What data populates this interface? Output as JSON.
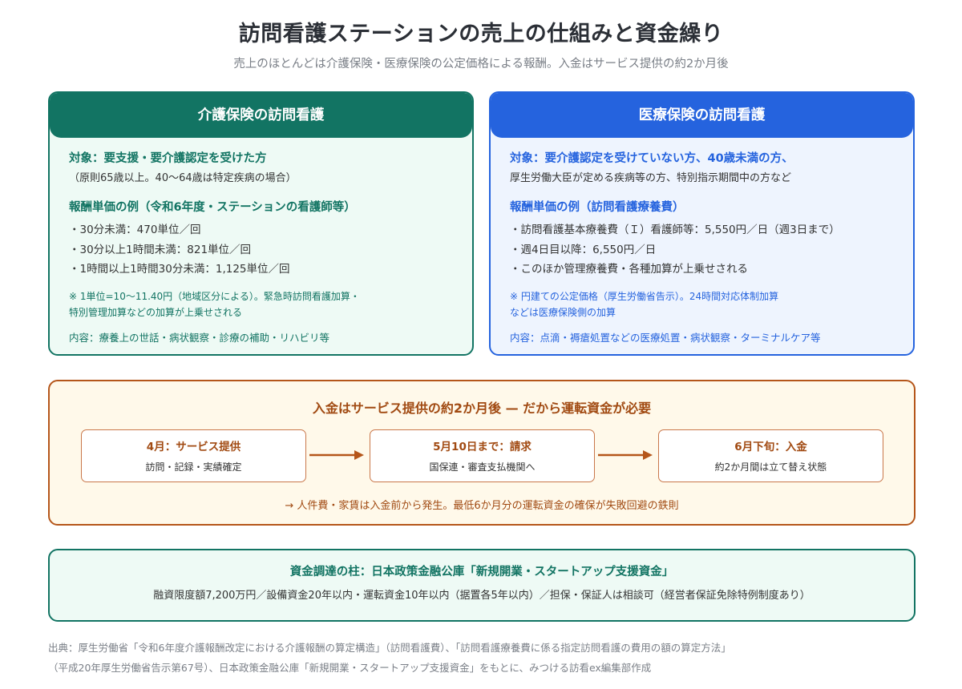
{
  "title": "訪問看護ステーションの売上の仕組みと資金繰り",
  "subtitle": "売上のほとんどは介護保険・医療保険の公定価格による報酬。入金はサービス提供の約2か月後",
  "care": {
    "header": "介護保険の訪問看護",
    "target": "対象：要支援・要介護認定を受けた方",
    "target_sub": "（原則65歳以上。40〜64歳は特定疾病の場合）",
    "rate_title": "報酬単価の例（令和6年度・ステーションの看護師等）",
    "rates": [
      "・30分未満：470単位／回",
      "・30分以上1時間未満：821単位／回",
      "・1時間以上1時間30分未満：1,125単位／回"
    ],
    "note_lines": [
      "※ 1単位=10〜11.40円（地域区分による）。緊急時訪問看護加算・",
      "特別管理加算などの加算が上乗せされる"
    ],
    "content": "内容：療養上の世話・病状観察・診療の補助・リハビリ等"
  },
  "medical": {
    "header": "医療保険の訪問看護",
    "target": "対象：要介護認定を受けていない方、40歳未満の方、",
    "target_sub": "厚生労働大臣が定める疾病等の方、特別指示期間中の方など",
    "rate_title": "報酬単価の例（訪問看護療養費）",
    "rates": [
      "・訪問看護基本療養費（Ｉ）看護師等：5,550円／日（週3日まで）",
      "・週4日目以降：6,550円／日",
      "・このほか管理療養費・各種加算が上乗せされる"
    ],
    "note_lines": [
      "※ 円建ての公定価格（厚生労働省告示）。24時間対応体制加算",
      "などは医療保険側の加算"
    ],
    "content": "内容：点滴・褥瘡処置などの医療処置・病状観察・ターミナルケア等"
  },
  "flow": {
    "title": "入金はサービス提供の約2か月後 — だから運転資金が必要",
    "steps": [
      {
        "title": "4月：サービス提供",
        "sub": "訪問・記録・実績確定"
      },
      {
        "title": "5月10日まで：請求",
        "sub": "国保連・審査支払機関へ"
      },
      {
        "title": "6月下旬：入金",
        "sub": "約2か月間は立て替え状態"
      }
    ],
    "note": "→ 人件費・家賃は入金前から発生。最低6か月分の運転資金の確保が失敗回避の鉄則"
  },
  "funding": {
    "title": "資金調達の柱：日本政策金融公庫「新規開業・スタートアップ支援資金」",
    "detail": "融資限度額7,200万円／設備資金20年以内・運転資金10年以内（据置各5年以内）／担保・保証人は相談可（経営者保証免除特例制度あり）"
  },
  "source": {
    "line1": "出典：厚生労働省「令和6年度介護報酬改定における介護報酬の算定構造」（訪問看護費）、「訪問看護療養費に係る指定訪問看護の費用の額の算定方法」",
    "line2": "（平成20年厚生労働省告示第67号）、日本政策金融公庫「新規開業・スタートアップ支援資金」をもとに、みつける訪看ex編集部作成"
  },
  "colors": {
    "care_accent": "#127463",
    "medical_accent": "#2563de",
    "flow_accent": "#b5561a"
  }
}
